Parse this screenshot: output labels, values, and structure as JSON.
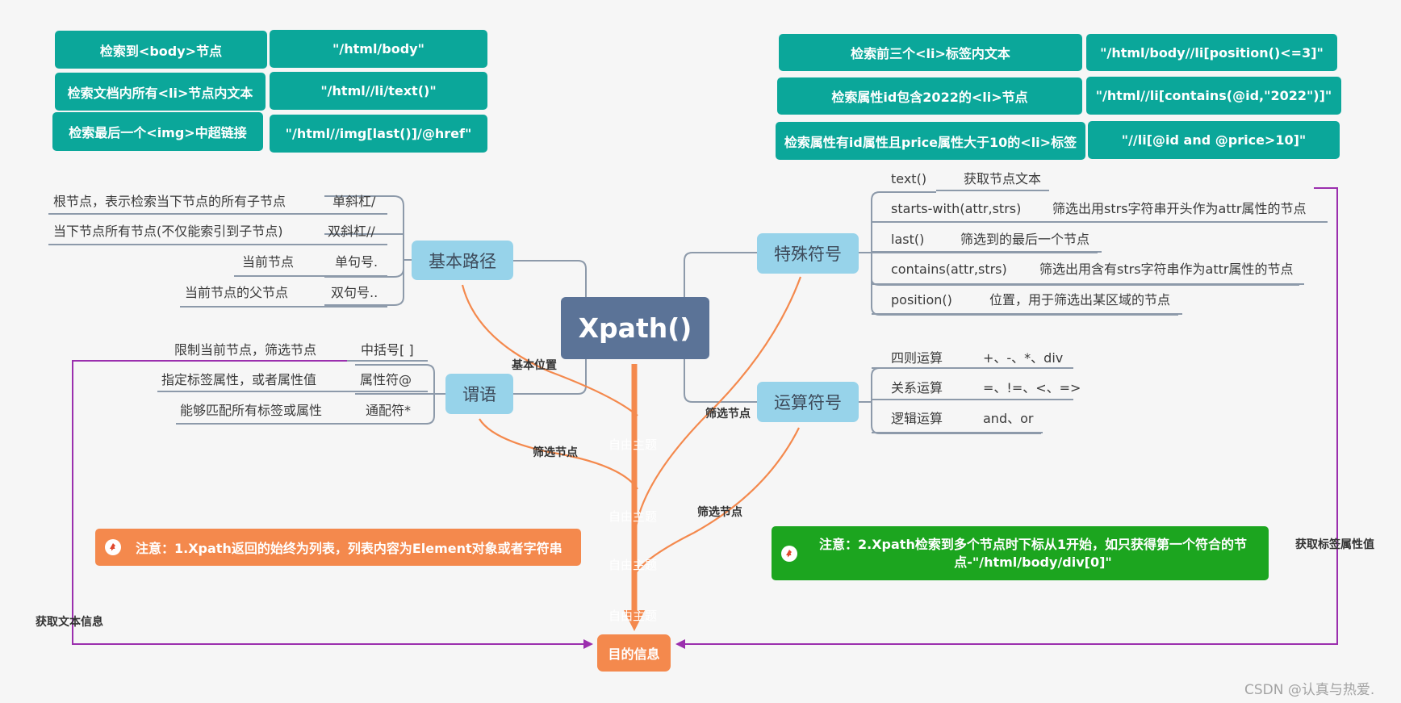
{
  "colors": {
    "teal_box": "#0ba79a",
    "node_blue": "#97d3ea",
    "central": "#5b7397",
    "orange": "#f4894d",
    "green_note": "#1ca51f",
    "purple_line": "#9b2fae",
    "gray_line": "#8d9aaa"
  },
  "top_left_table": [
    {
      "desc": "检索到<body>节点",
      "expr": "\"/html/body\""
    },
    {
      "desc": "检索文档内所有<li>节点内文本",
      "expr": "\"/html//li/text()\""
    },
    {
      "desc": "检索最后一个<img>中超链接",
      "expr": "\"/html//img[last()]/@href\""
    }
  ],
  "top_right_table": [
    {
      "desc": "检索前三个<li>标签内文本",
      "expr": "\"/html/body//li[position()<=3]\""
    },
    {
      "desc": "检索属性id包含2022的<li>节点",
      "expr": "\"/html//li[contains(@id,\"2022\")]\""
    },
    {
      "desc": "检索属性有id属性且price属性大于10的<li>标签",
      "expr": "\"//li[@id and @price>10]\""
    }
  ],
  "central": "Xpath()",
  "nodes": {
    "basic_path": "基本路径",
    "predicate": "谓语",
    "special": "特殊符号",
    "operators": "运算符号"
  },
  "basic_path_items": [
    {
      "desc": "根节点，表示检索当下节点的所有子节点",
      "symbol": "单斜杠/"
    },
    {
      "desc": "当下节点所有节点(不仅能索引到子节点)",
      "symbol": "双斜杠//"
    },
    {
      "desc": "当前节点",
      "symbol": "单句号."
    },
    {
      "desc": "当前节点的父节点",
      "symbol": "双句号.."
    }
  ],
  "predicate_items": [
    {
      "desc": "限制当前节点，筛选节点",
      "symbol": "中括号[ ]"
    },
    {
      "desc": "指定标签属性，或者属性值",
      "symbol": "属性符@"
    },
    {
      "desc": "能够匹配所有标签或属性",
      "symbol": "通配符*"
    }
  ],
  "special_items": [
    {
      "func": "text()",
      "desc": "获取节点文本"
    },
    {
      "func": "starts-with(attr,strs)",
      "desc": "筛选出用strs字符串开头作为attr属性的节点"
    },
    {
      "func": "last()",
      "desc": "筛选到的最后一个节点"
    },
    {
      "func": "contains(attr,strs)",
      "desc": "筛选出用含有strs字符串作为attr属性的节点"
    },
    {
      "func": "position()",
      "desc": "位置，用于筛选出某区域的节点"
    }
  ],
  "operator_items": [
    {
      "name": "四则运算",
      "ops": "+、-、*、div"
    },
    {
      "name": "关系运算",
      "ops": "=、!=、<、=>"
    },
    {
      "name": "逻辑运算",
      "ops": "and、or"
    }
  ],
  "edge_labels": {
    "base_position": "基本位置",
    "filter_node_1": "筛选节点",
    "filter_node_2": "筛选节点",
    "filter_node_3": "筛选节点",
    "get_text_info": "获取文本信息",
    "get_attr_value": "获取标签属性值"
  },
  "trunk_ghost_labels": [
    "自由主题",
    "自由主题",
    "自由主题",
    "自由主题"
  ],
  "notes": {
    "left": "注意：1.Xpath返回的始终为列表，列表内容为Element对象或者字符串",
    "right": "注意：2.Xpath检索到多个节点时下标从1开始，如只获得第一个符合的节点-\"/html/body/div[0]\""
  },
  "goal": "目的信息",
  "watermark": "CSDN @认真与热爱."
}
